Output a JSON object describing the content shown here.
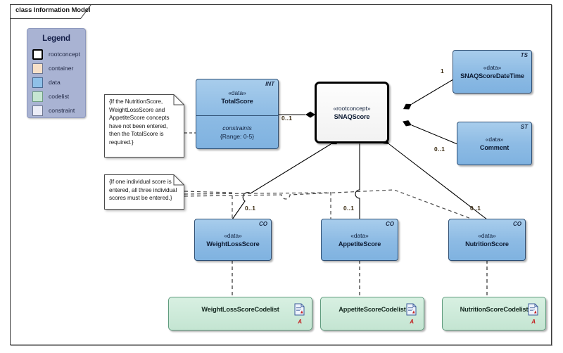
{
  "diagram": {
    "tab_label": "class Information Model"
  },
  "legend": {
    "title": "Legend",
    "items": [
      {
        "label": "rootconcept",
        "swatch": "sw-rootconcept",
        "color": "#ffffff"
      },
      {
        "label": "container",
        "swatch": "sw-container",
        "color": "#f7e0c8"
      },
      {
        "label": "data",
        "swatch": "sw-data",
        "color": "#8fc0e8"
      },
      {
        "label": "codelist",
        "swatch": "sw-codelist",
        "color": "#c6e6d2"
      },
      {
        "label": "constraint",
        "swatch": "sw-constraint",
        "color": "#ebecf7"
      }
    ]
  },
  "classes": {
    "total_score": {
      "stereotype": "«data»",
      "name": "TotalScore",
      "type_tag": "INT",
      "compartment_label": "constraints",
      "compartment_value": "{Range: 0-5}"
    },
    "snaq_score": {
      "stereotype": "«rootconcept»",
      "name": "SNAQScore"
    },
    "snaq_score_datetime": {
      "stereotype": "«data»",
      "name": "SNAQScoreDateTime",
      "type_tag": "TS"
    },
    "comment": {
      "stereotype": "«data»",
      "name": "Comment",
      "type_tag": "ST"
    },
    "weight_loss_score": {
      "stereotype": "«data»",
      "name": "WeightLossScore",
      "type_tag": "CO"
    },
    "appetite_score": {
      "stereotype": "«data»",
      "name": "AppetiteScore",
      "type_tag": "CO"
    },
    "nutrition_score": {
      "stereotype": "«data»",
      "name": "NutritionScore",
      "type_tag": "CO"
    }
  },
  "codelists": {
    "weight_loss": {
      "name": "WeightLossScoreCodelist",
      "marker": "A"
    },
    "appetite": {
      "name": "AppetiteScoreCodelist",
      "marker": "A"
    },
    "nutrition": {
      "name": "NutritionScoreCodelist",
      "marker": "A"
    }
  },
  "notes": {
    "total_score_rule": "{If the NutritionScore, WeightLossScore and AppetiteScore concepts have not been entered, then the TotalScore is required.}",
    "individual_score_rule": "{If one individual score is entered, all three individual scores must be entered.}"
  },
  "multiplicities": {
    "total_score": "0..1",
    "datetime": "1",
    "comment": "0..1",
    "weight_loss": "0..1",
    "appetite": "0..1",
    "nutrition": "0..1"
  }
}
